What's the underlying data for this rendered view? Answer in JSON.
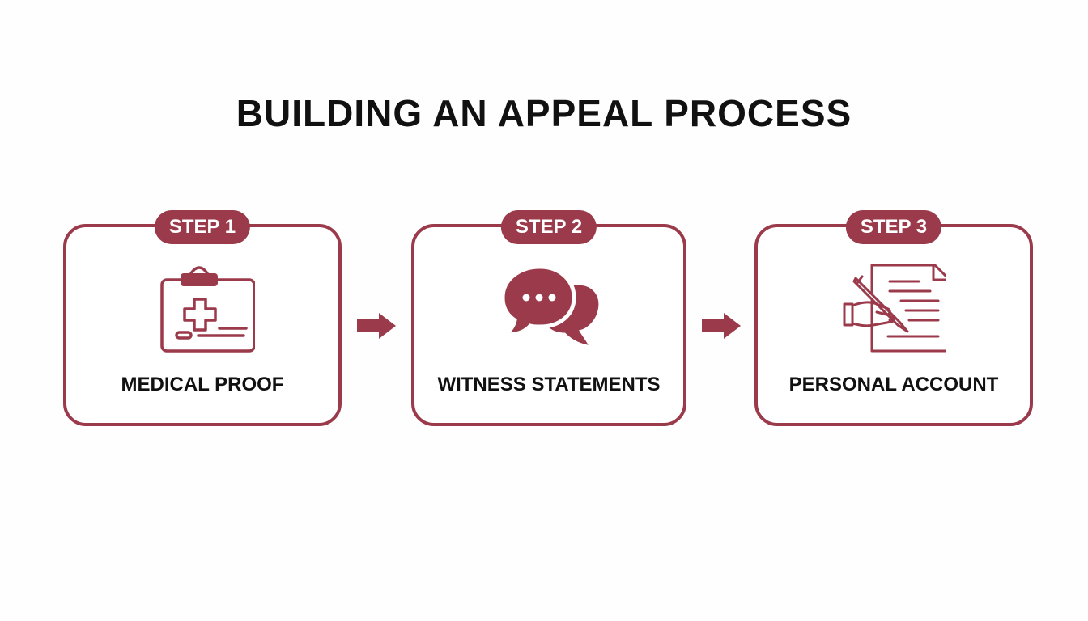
{
  "title": "BUILDING AN APPEAL PROCESS",
  "accent_color": "#9b3a4a",
  "steps": [
    {
      "badge": "STEP 1",
      "label": "MEDICAL PROOF",
      "icon": "medical-clipboard-icon"
    },
    {
      "badge": "STEP 2",
      "label": "WITNESS STATEMENTS",
      "icon": "speech-bubbles-icon"
    },
    {
      "badge": "STEP 3",
      "label": "PERSONAL ACCOUNT",
      "icon": "hand-writing-document-icon"
    }
  ]
}
